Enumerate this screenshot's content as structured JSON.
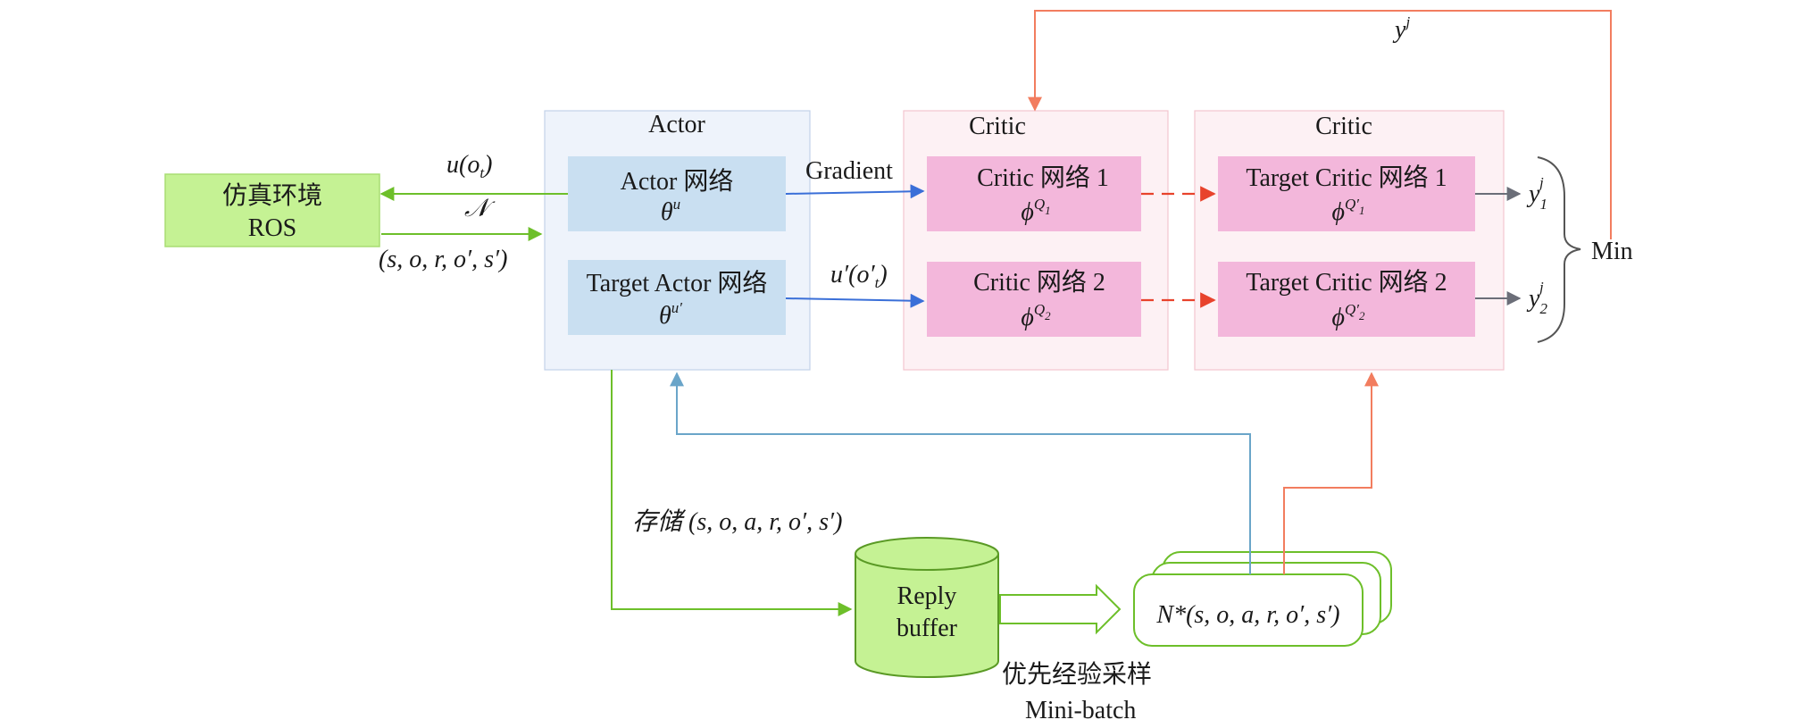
{
  "colors": {
    "green": "#6dbf2a",
    "blue": "#3a6fd8",
    "orange": "#f27d5f",
    "red_dash": "#e8432c",
    "gray_arrow": "#6b6e78",
    "steel": "#6aa5c9",
    "env_fill": "#c5f294",
    "actor_panel": "#eef3fb",
    "actor_box": "#c9dff1",
    "critic_panel": "#fdf1f4",
    "critic_box": "#f3b7db",
    "buffer_fill": "#c5f294"
  },
  "env": {
    "line1": "仿真环境",
    "line2": "ROS"
  },
  "actor_panel": {
    "title": "Actor",
    "net1": {
      "label": "Actor 网络",
      "param": "θ",
      "param_sup": "u"
    },
    "net2": {
      "label": "Target Actor 网络",
      "param": "θ",
      "param_sup": "u′"
    }
  },
  "critic_panel_1": {
    "title": "Critic",
    "net1": {
      "label": "Critic 网络 1",
      "param": "ϕ",
      "param_sup": "Q",
      "param_sup_sub": "1"
    },
    "net2": {
      "label": "Critic 网络 2",
      "param": "ϕ",
      "param_sup": "Q",
      "param_sup_sub": "2"
    }
  },
  "critic_panel_2": {
    "title": "Critic",
    "net1": {
      "label": "Target Critic 网络 1",
      "param": "ϕ",
      "param_sup": "Q′",
      "param_sup_sub": "1"
    },
    "net2": {
      "label": "Target Critic 网络 2",
      "param": "ϕ",
      "param_sup": "Q′",
      "param_sup_sub": "2"
    }
  },
  "edges": {
    "action_label": "u(o",
    "action_sub": "t",
    "action_close": ")",
    "noise_label": "𝒩",
    "transition_label": "(s, o, r, o′, s′)",
    "gradient_label": "Gradient",
    "target_action_label": "u′(o′",
    "target_action_sub": "t",
    "target_action_close": ")",
    "yj_label": "y",
    "yj_sup": "j",
    "min_label": "Min",
    "store_label": "存储 (s, o, a, r, o′, s′)",
    "sample_line1": "优先经验采样",
    "sample_line2": "Mini-batch"
  },
  "outputs": {
    "y1": {
      "base": "y",
      "sub": "1",
      "sup": "j"
    },
    "y2": {
      "base": "y",
      "sub": "2",
      "sup": "j"
    }
  },
  "buffer": {
    "line1": "Reply",
    "line2": "buffer"
  },
  "batch": {
    "label": "N*(s, o, a, r, o′, s′)"
  }
}
